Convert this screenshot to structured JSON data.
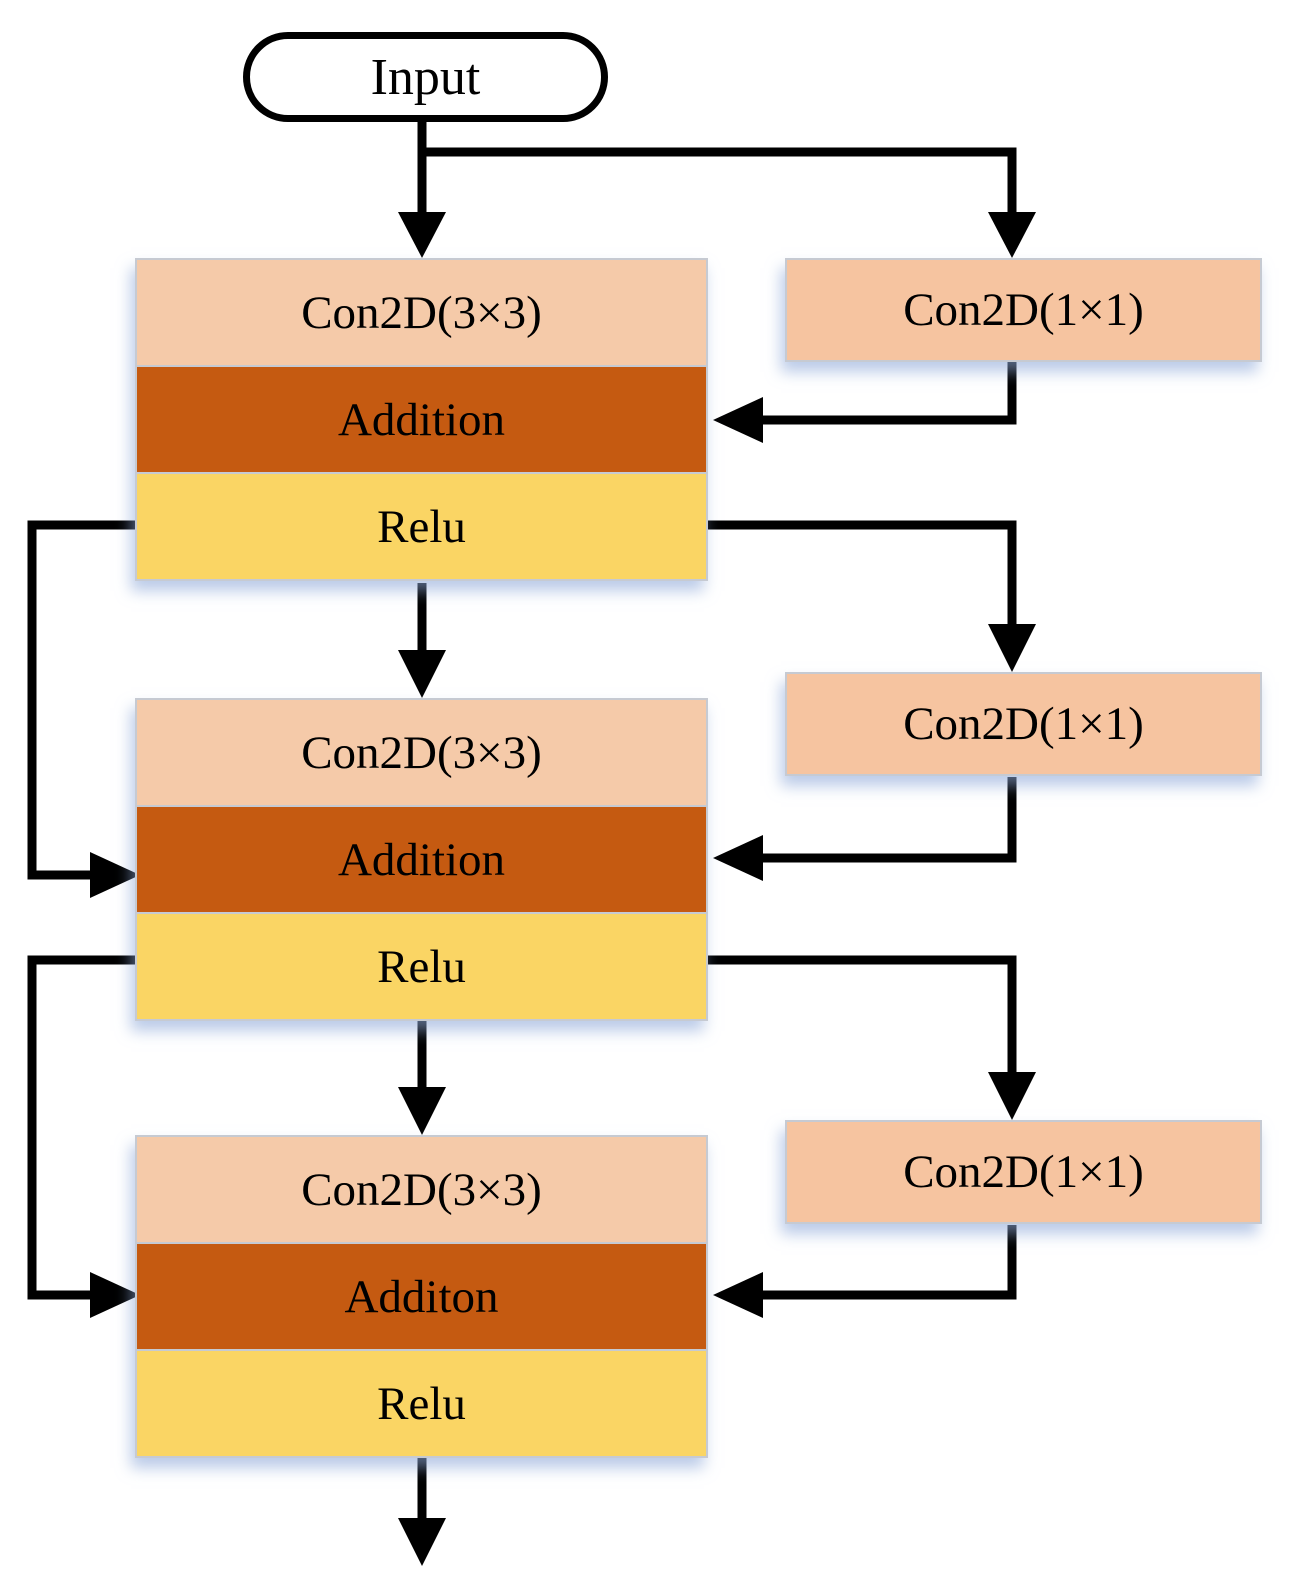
{
  "diagram": {
    "input_label": "Input",
    "blocks": [
      {
        "conv": "Con2D(3×3)",
        "add": "Addition",
        "relu": "Relu"
      },
      {
        "conv": "Con2D(3×3)",
        "add": "Addition",
        "relu": "Relu"
      },
      {
        "conv": "Con2D(3×3)",
        "add": "Additon",
        "relu": "Relu"
      }
    ],
    "side_boxes": [
      {
        "label": "Con2D(1×1)"
      },
      {
        "label": "Con2D(1×1)"
      },
      {
        "label": "Con2D(1×1)"
      }
    ],
    "colors": {
      "conv3_fill": "#F5CAA9",
      "conv1_fill": "#F6C4A0",
      "addition_fill": "#C55A11",
      "relu_fill": "#FAD564",
      "box_border": "#C6CAD2",
      "arrow": "#000000",
      "shadow": "#8DA9D9",
      "background": "#FFFFFF",
      "text": "#000000"
    }
  }
}
